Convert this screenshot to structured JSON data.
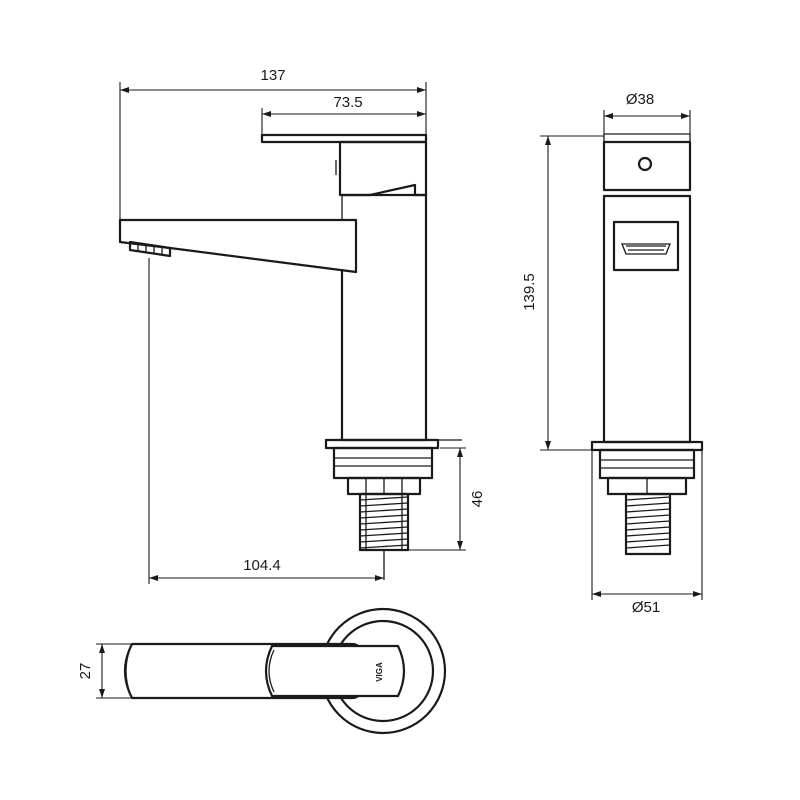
{
  "dimensions": {
    "overall_length": "137",
    "handle_length": "73.5",
    "spout_reach": "104.4",
    "thread_height": "46",
    "body_height": "139.5",
    "top_diameter": "Ø38",
    "base_diameter": "Ø51",
    "handle_width": "27"
  },
  "logo_text": "VIGA",
  "colors": {
    "line": "#1a1a1a",
    "background": "#ffffff"
  }
}
